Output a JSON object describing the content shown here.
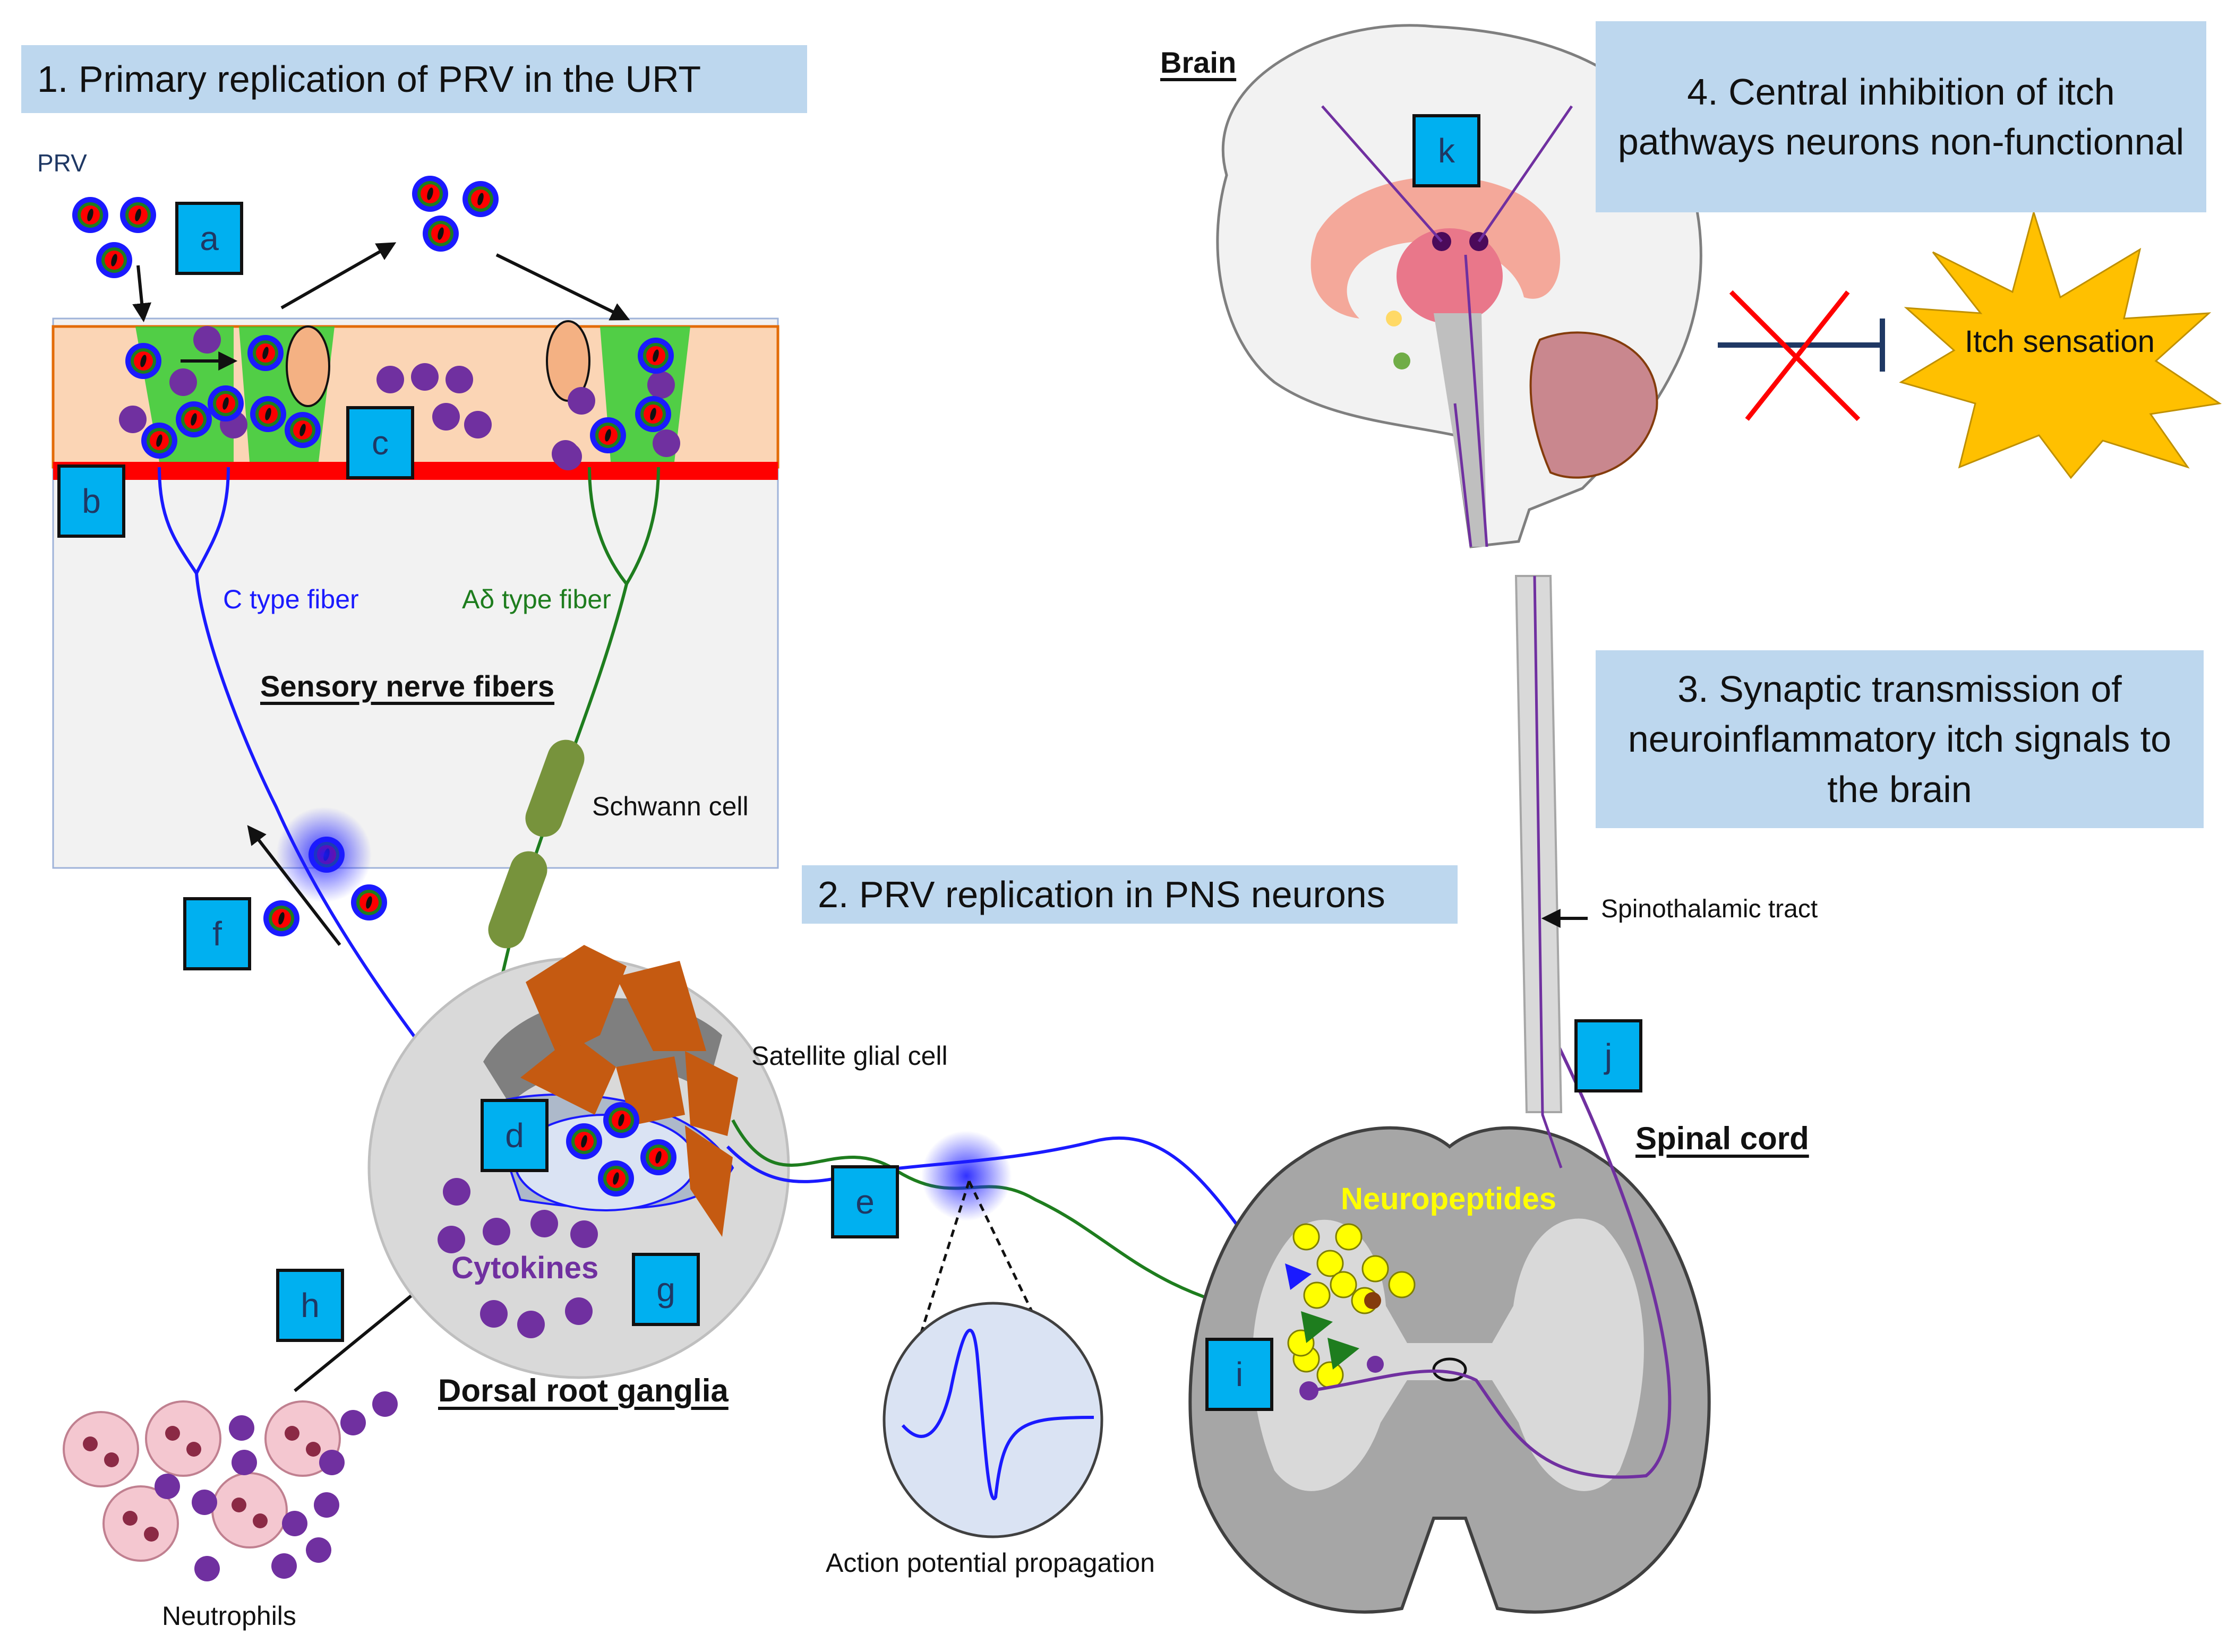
{
  "stages": {
    "s1": "1. Primary replication of PRV in the URT",
    "s2": "2. PRV replication in PNS neurons",
    "s3": "3. Synaptic transmission of neuroinflammatory itch signals to the brain",
    "s4": "4. Central inhibition of itch pathways neurons non-functionnal"
  },
  "markers": {
    "a": "a",
    "b": "b",
    "c": "c",
    "d": "d",
    "e": "e",
    "f": "f",
    "g": "g",
    "h": "h",
    "i": "i",
    "j": "j",
    "k": "k"
  },
  "labels": {
    "prv": "PRV",
    "c_fiber": "C type fiber",
    "ad_fiber": "Aδ type fiber",
    "sensory": "Sensory nerve fibers",
    "schwann": "Schwann cell",
    "satellite": "Satellite glial cell",
    "cytokines": "Cytokines",
    "drg": "Dorsal root ganglia",
    "neutrophils": "Neutrophils",
    "action_potential": "Action potential propagation",
    "neuropeptides": "Neuropeptides",
    "spinal_cord": "Spinal cord",
    "spinothalamic": "Spinothalamic tract",
    "brain": "Brain",
    "itch": "Itch sensation"
  },
  "colors": {
    "stage_bg": "#bdd7ee",
    "marker_bg": "#00b0f0",
    "c_fiber": "#1a1aff",
    "ad_fiber": "#1e7d1e",
    "cytokine": "#7030a0",
    "neuropeptide": "#ffff00",
    "itch_star": "#ffc000",
    "inhibit_cross": "#ff0000"
  }
}
